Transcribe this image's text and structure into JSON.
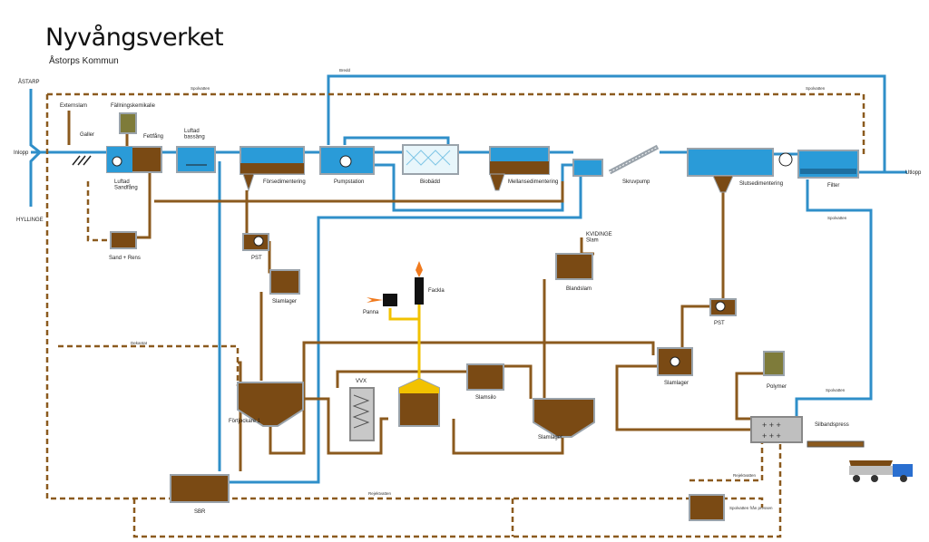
{
  "title": "Nyvångsverket",
  "subtitle": "Åstorps Kommun",
  "colors": {
    "water": "#2f8fc9",
    "sludge": "#8b5a1e",
    "sludge_fill": "#7a4a14",
    "water_fill": "#2a9bd8",
    "gas": "#f2c200",
    "tank_border": "#9aa3ab",
    "flame": "#f07a1e"
  },
  "labels": {
    "astarp": "ÅSTARP",
    "hyllinge": "HYLLINGE",
    "inlopp": "Inlopp",
    "utlopp": "Utlopp",
    "externslam": "Externslam",
    "fallningskemikalie": "Fällningskemikalie",
    "galler": "Galler",
    "fettfang": "Fettfång",
    "luftad_bassang": "Luftad\nbassäng",
    "luftad_sandfang": "Luftad\nSandfång",
    "forsedimentering": "Försedimentering",
    "pumpstation": "Pumpstation",
    "biobadd": "Biobädd",
    "mellansedimentering": "Mellansedimentering",
    "skruvpump": "Skruvpump",
    "slutsedimentering": "Slutsedimentering",
    "filter": "Filter",
    "sand_rens": "Sand + Rens",
    "pst": "PST",
    "slamlager": "Slamlager",
    "fackla": "Fackla",
    "panna": "Panna",
    "kvidinge_slam": "KVIDINGE\nSlam",
    "blandslam": "Blandslam",
    "vvx": "VVX",
    "slamsilo": "Slamsilo",
    "fortjockare": "Förtjockare  1",
    "polymer": "Polymer",
    "silbandspress": "Silbandspress",
    "sbr": "SBR",
    "bredd": "Bredd",
    "spolvatten": "Spolvatten",
    "dekantat": "Dekantat",
    "rejektvatten": "Rejektvatten",
    "spolvatten_fran_pressen": "Spolvatten från pressen"
  }
}
